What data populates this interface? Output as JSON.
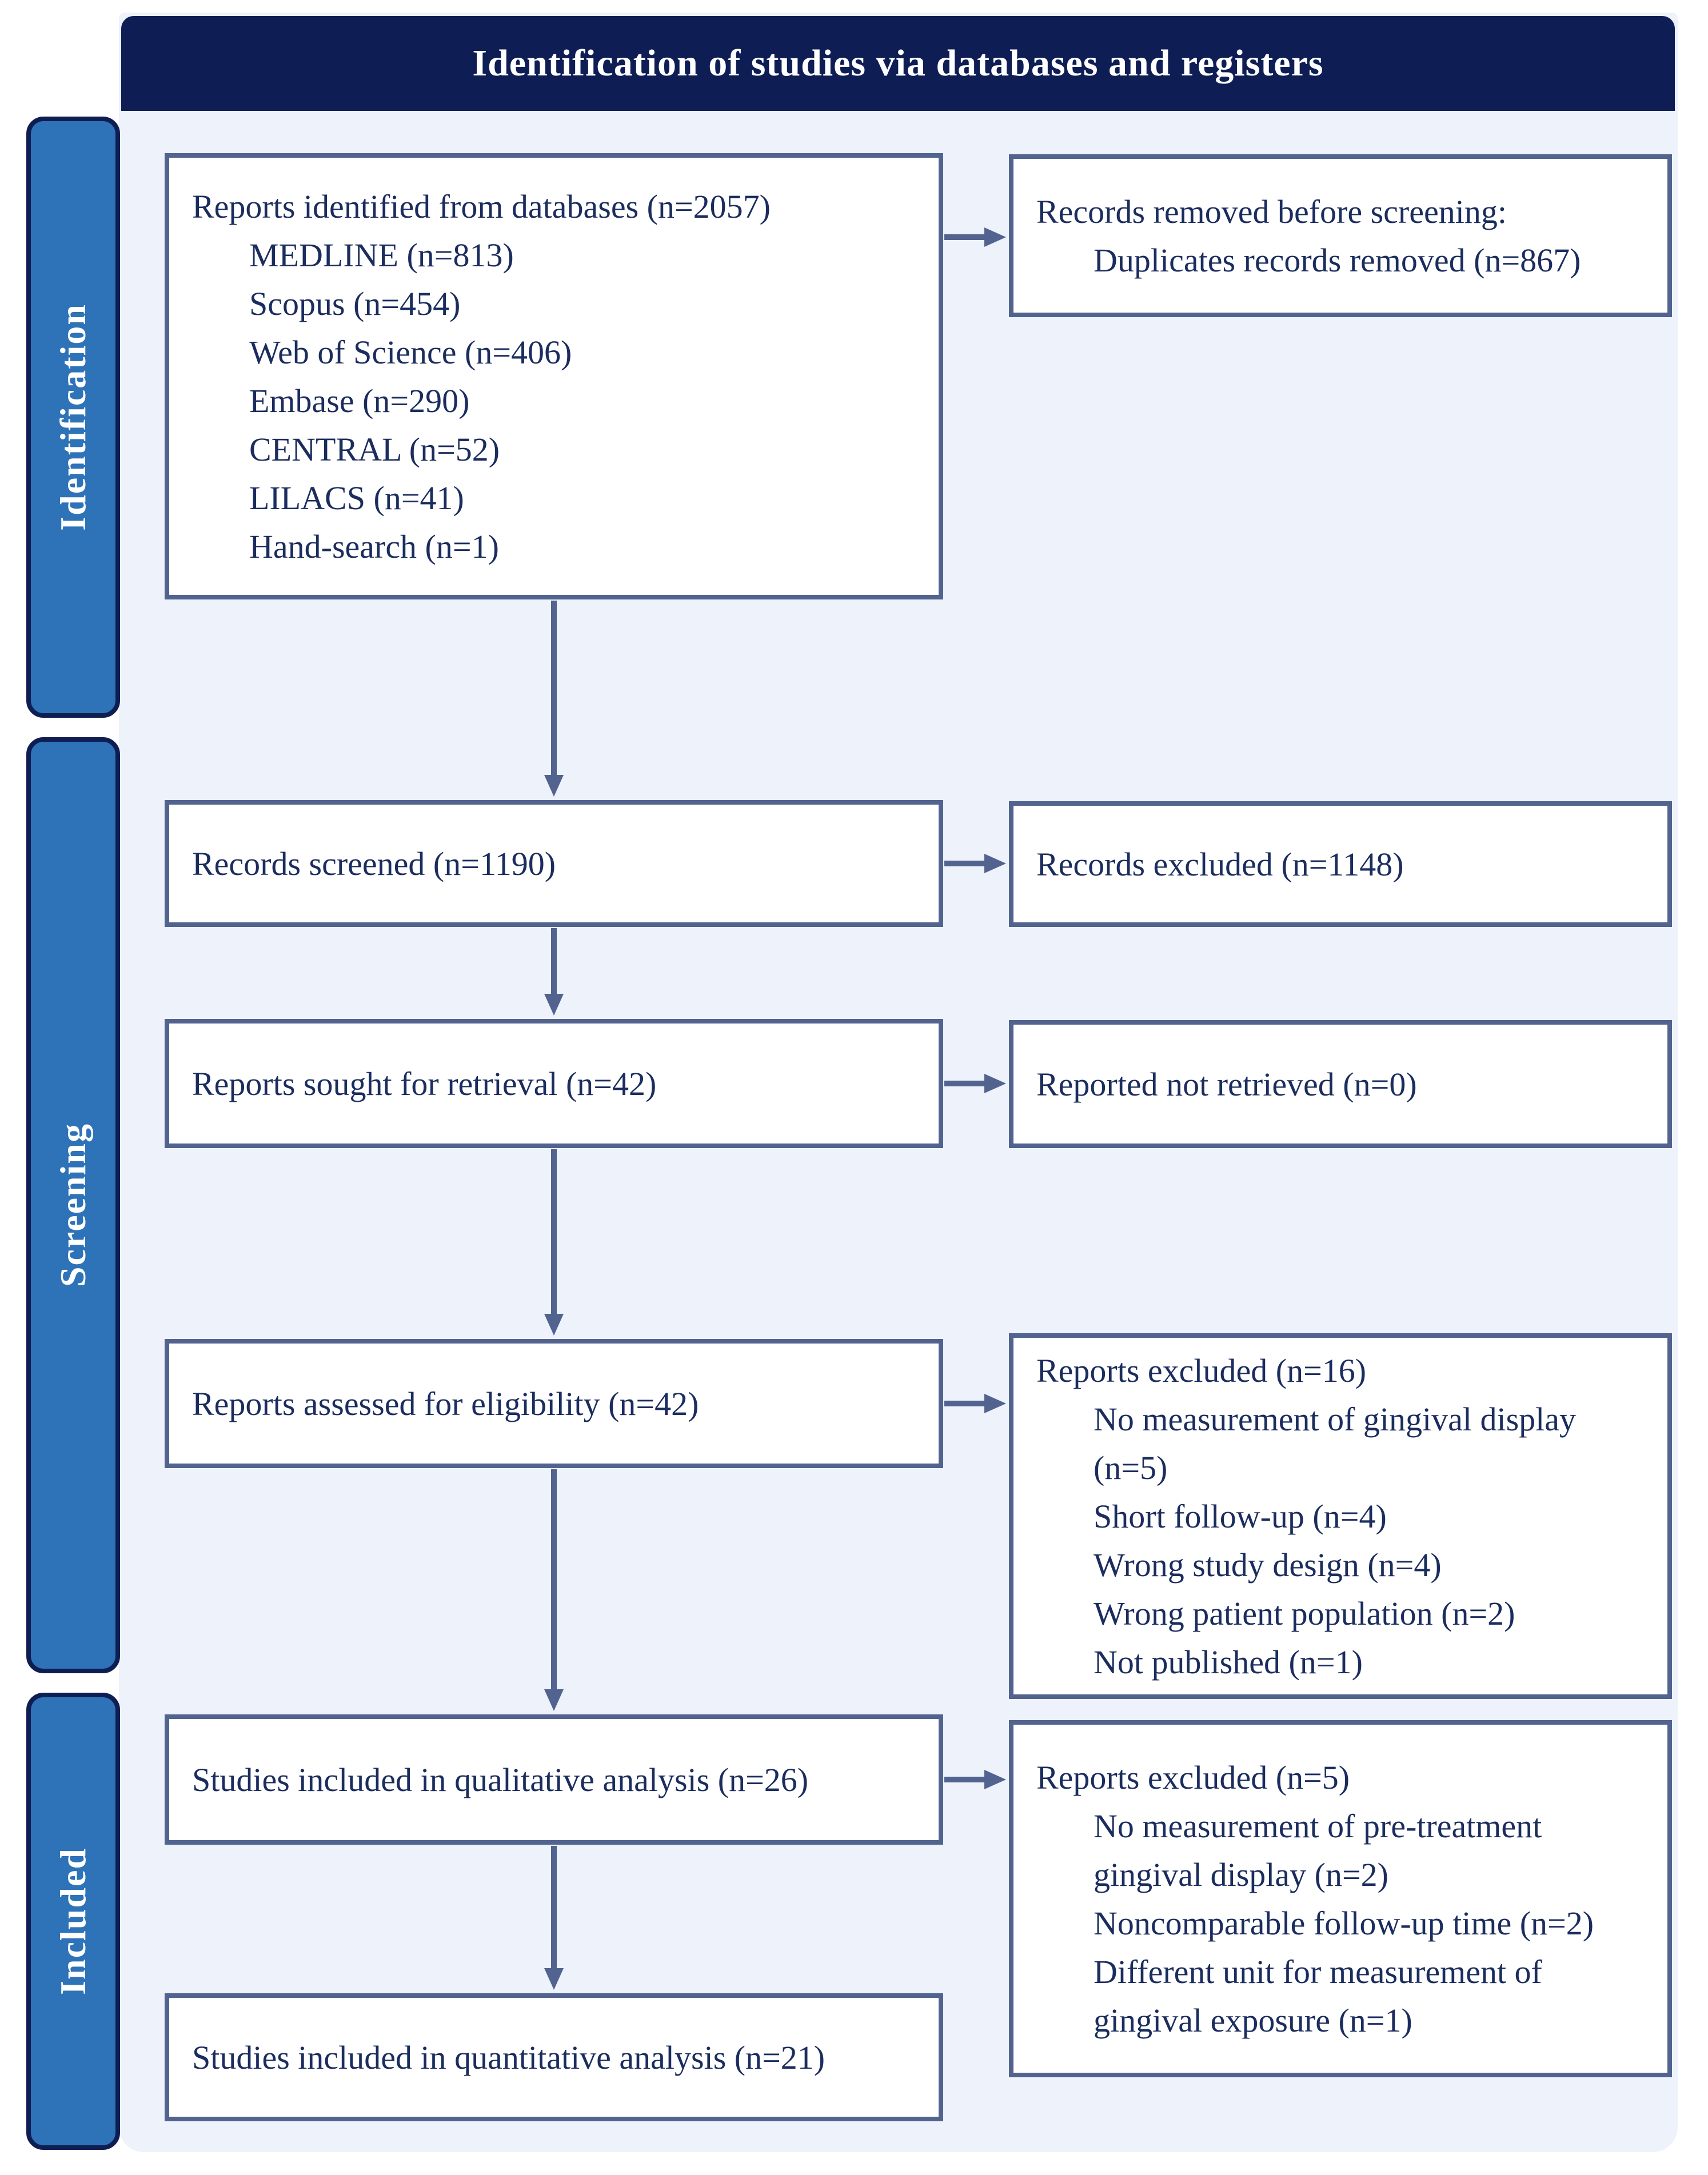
{
  "title": "Identification of studies via databases and registers",
  "sidebar": {
    "identification": "Identification",
    "screening": "Screening",
    "included": "Included"
  },
  "boxes": {
    "identified": {
      "heading": "Reports identified from databases (n=2057)",
      "items": [
        "MEDLINE (n=813)",
        "Scopus (n=454)",
        "Web of Science (n=406)",
        "Embase (n=290)",
        "CENTRAL (n=52)",
        "LILACS (n=41)",
        "Hand-search (n=1)"
      ]
    },
    "removed": {
      "heading": "Records removed before screening:",
      "items": [
        "Duplicates records removed (n=867)"
      ]
    },
    "screened": {
      "heading": "Records screened (n=1190)"
    },
    "excluded_screening": {
      "heading": "Records excluded (n=1148)"
    },
    "sought": {
      "heading": "Reports sought for retrieval (n=42)"
    },
    "not_retrieved": {
      "heading": "Reported not retrieved (n=0)"
    },
    "assessed": {
      "heading": "Reports assessed for eligibility (n=42)"
    },
    "excluded_eligibility": {
      "heading": "Reports excluded (n=16)",
      "items": [
        "No measurement of gingival display (n=5)",
        "Short follow-up (n=4)",
        "Wrong study design (n=4)",
        "Wrong patient population (n=2)",
        "Not published (n=1)"
      ]
    },
    "qualitative": {
      "heading": "Studies included in qualitative analysis (n=26)"
    },
    "excluded_qualitative": {
      "heading": "Reports excluded (n=5)",
      "items": [
        "No measurement of pre-treatment gingival display (n=2)",
        "Noncomparable follow-up time (n=2)",
        "Different unit for measurement of gingival exposure (n=1)"
      ]
    },
    "quantitative": {
      "heading": "Studies included in quantitative analysis (n=21)"
    }
  },
  "colors": {
    "header_bg": "#0e1e55",
    "title_text": "#ffffff",
    "sidebar_tab_bg": "#2e73b8",
    "sidebar_tab_border": "#0f1e52",
    "panel_bg": "#edf2fb",
    "box_border": "#51638e",
    "box_bg": "#ffffff",
    "text": "#1b2d5e"
  }
}
